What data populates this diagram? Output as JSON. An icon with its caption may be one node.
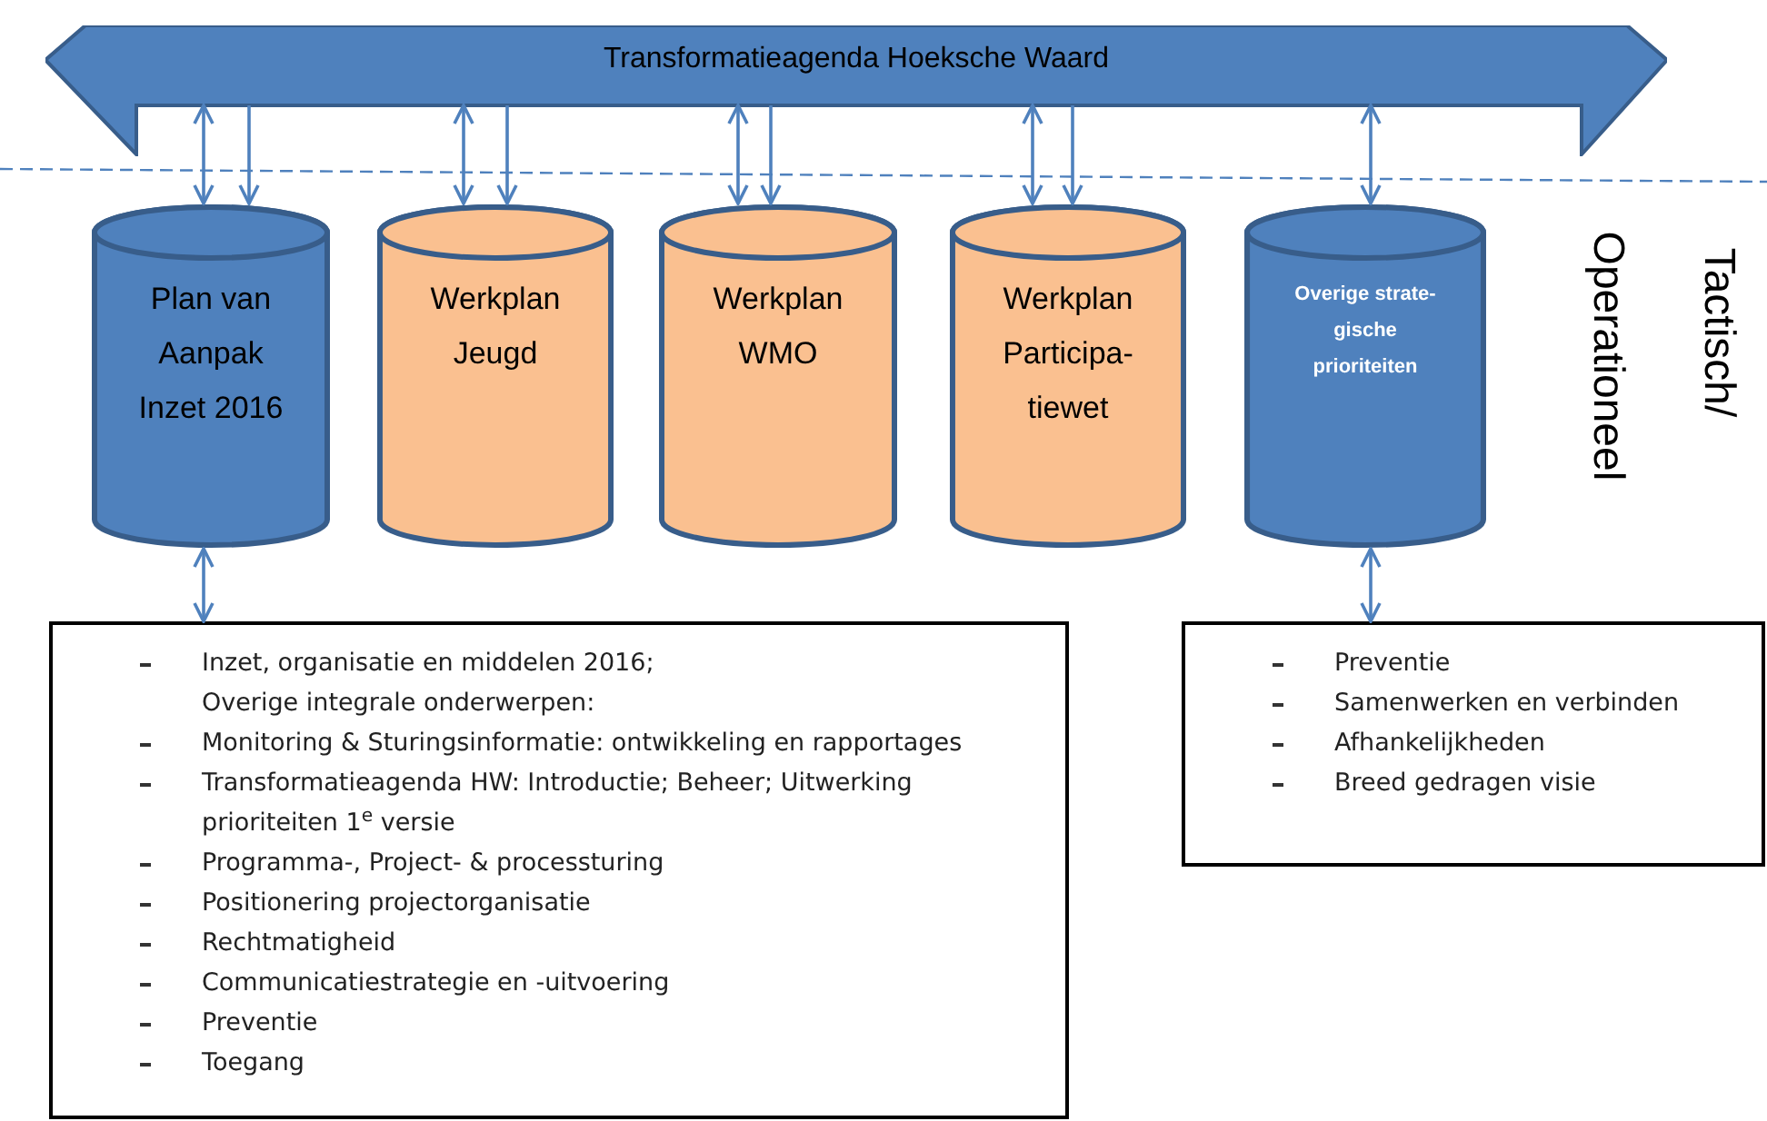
{
  "diagram": {
    "nodes": [
      {
        "text": [
          "Transformatieagenda Hoeksche Waard"
        ]
      },
      {
        "text": [
          "Plan van Aanpak Inzet 2016"
        ]
      },
      {
        "text": [
          "Werkplan Jeugd"
        ]
      },
      {
        "text": [
          "Werkplan WMO"
        ]
      },
      {
        "text": [
          "Werkplan Participa-tiewet"
        ]
      },
      {
        "text": [
          "Overige strate-gische prioriteiten"
        ]
      },
      {
        "text": [
          "Inzet, organisatie en middelen 2016;",
          "Overige integrale onderwerpen:",
          "Monitoring & Sturingsinformatie: ontwikkeling en rapportages",
          "Transformatieagenda HW: Introductie; Beheer; Uitwerking prioriteiten 1$^{e}$ versie",
          "Programma-, Project- & processturing",
          "Positionering projectorganisatie",
          "Rechtmatigheid",
          "Communicatiestrategie en -uitvoering",
          "Preventie",
          "Toegang"
        ]
      },
      {
        "text": [
          "Preventie",
          "Samenwerken en verbinden",
          "Afhankelijkheden",
          "Breed gedragen visie"
        ]
      }
    ],
    "edges": [
      {
        "from": 0,
        "to": 1,
        "arrow": "both"
      },
      {
        "from": 0,
        "to": 1,
        "arrow": "to"
      },
      {
        "from": 0,
        "to": 2,
        "arrow": "both"
      },
      {
        "from": 0,
        "to": 2,
        "arrow": "to"
      },
      {
        "from": 0,
        "to": 3,
        "arrow": "both"
      },
      {
        "from": 0,
        "to": 3,
        "arrow": "to"
      },
      {
        "from": 0,
        "to": 4,
        "arrow": "both"
      },
      {
        "from": 0,
        "to": 4,
        "arrow": "to"
      },
      {
        "from": 0,
        "to": 5,
        "arrow": "both"
      },
      {
        "from": 1,
        "to": 6,
        "arrow": "both"
      },
      {
        "from": 5,
        "to": 7,
        "arrow": "both"
      }
    ],
    "labels": [
      "Tactisch/",
      "Operationeel"
    ]
  }
}
